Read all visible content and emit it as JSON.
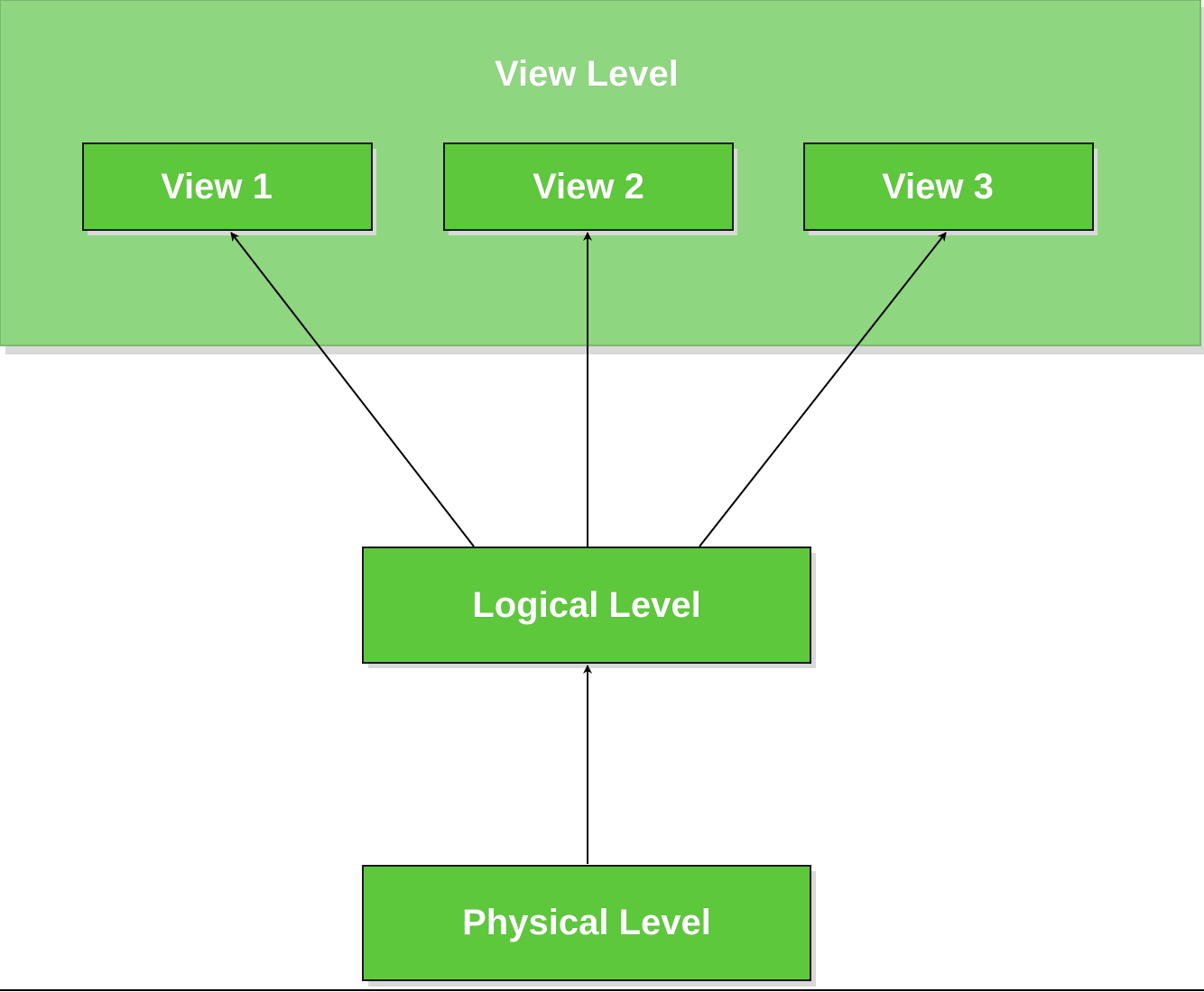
{
  "diagram": {
    "colors": {
      "container_fill": "#8fd680",
      "container_border": "#7ab86e",
      "box_fill": "#5ec83c",
      "box_border": "#1a1a1a",
      "shadow": "#d9d9d9",
      "arrow": "#000000",
      "text": "#ffffff"
    },
    "view_level": {
      "label": "View Level"
    },
    "views": [
      {
        "label": "View 1"
      },
      {
        "label": "View 2"
      },
      {
        "label": "View 3"
      }
    ],
    "logical_level": {
      "label": "Logical Level"
    },
    "physical_level": {
      "label": "Physical Level"
    }
  }
}
